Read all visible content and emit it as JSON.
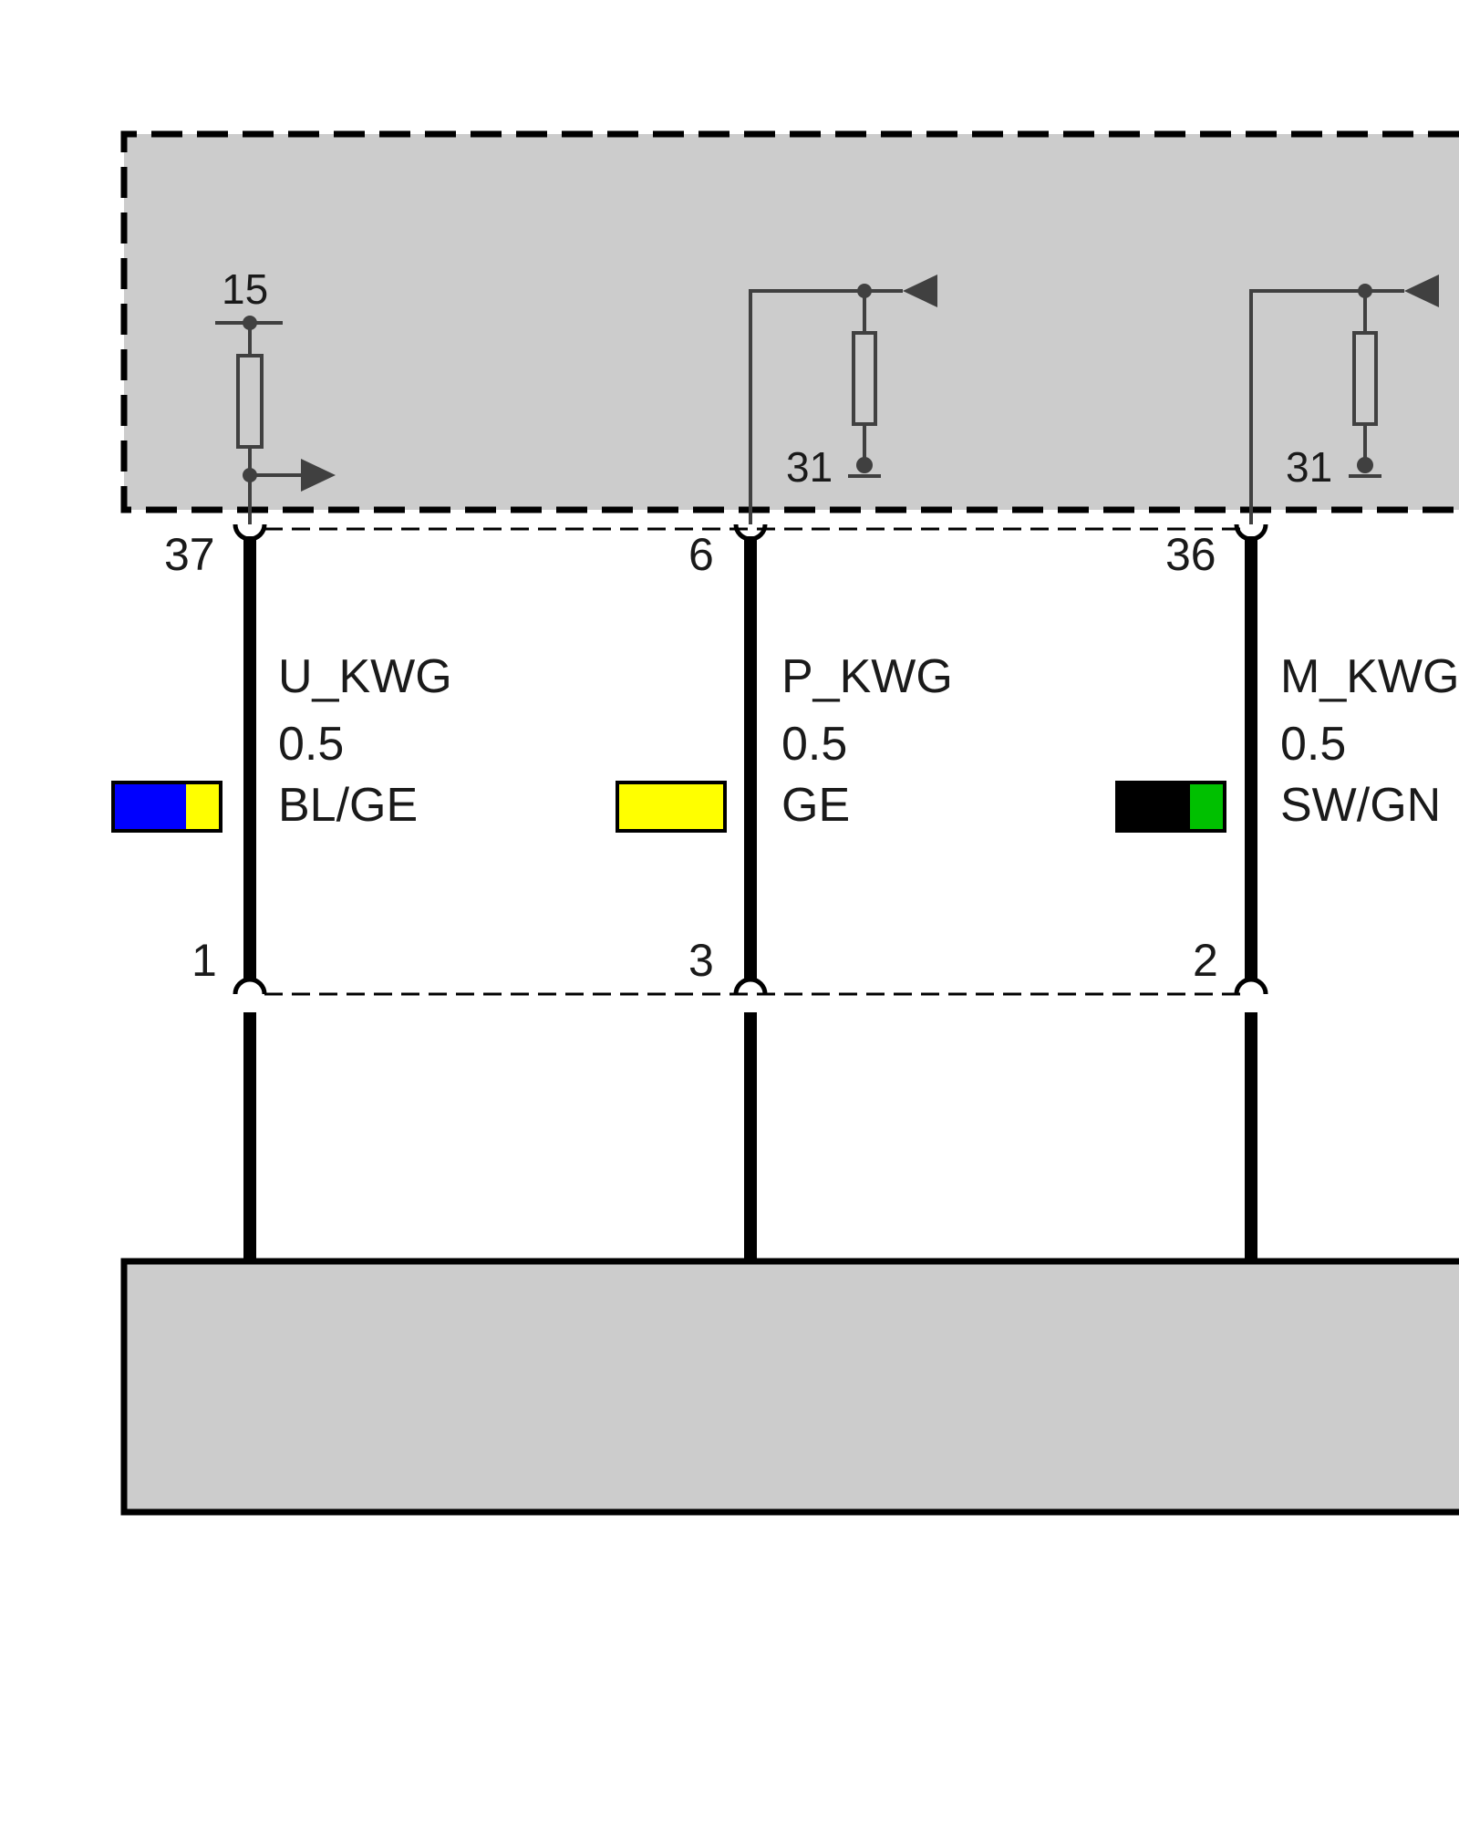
{
  "diagram": {
    "upper_module": {
      "terminal_supply": "15",
      "terminal_ground_1": "31",
      "terminal_ground_2": "31"
    },
    "wires": [
      {
        "top_pin": "37",
        "bottom_pin": "1",
        "signal": "U_KWG",
        "cross_section": "0.5",
        "color_code": "BL/GE",
        "colors": [
          "#0000ff",
          "#ffff00"
        ]
      },
      {
        "top_pin": "6",
        "bottom_pin": "3",
        "signal": "P_KWG",
        "cross_section": "0.5",
        "color_code": "GE",
        "colors": [
          "#ffff00"
        ]
      },
      {
        "top_pin": "36",
        "bottom_pin": "2",
        "signal": "M_KWG",
        "cross_section": "0.5",
        "color_code": "SW/GN",
        "colors": [
          "#000000",
          "#00c000"
        ]
      }
    ],
    "colors": {
      "module_fill": "#cccccc",
      "line": "#000000",
      "component": "#404040"
    }
  }
}
